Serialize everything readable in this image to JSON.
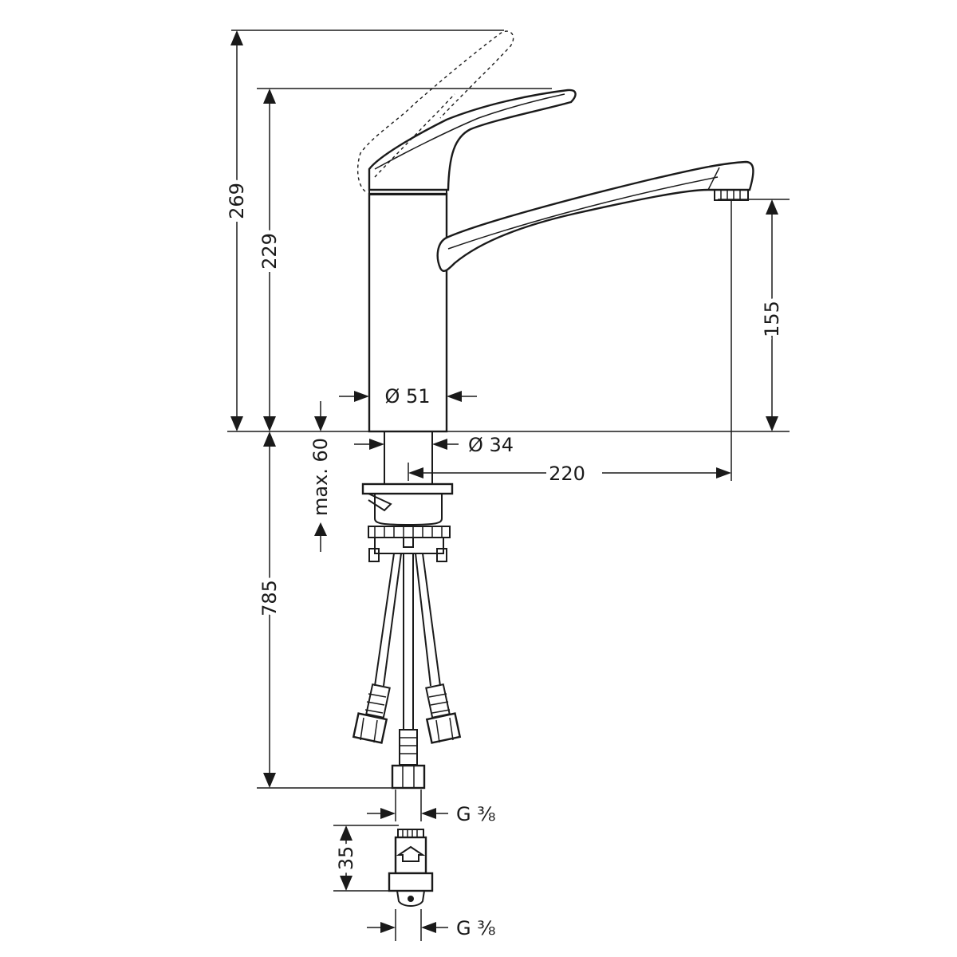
{
  "dimensions": {
    "height_lever_open": "269",
    "height_lever": "229",
    "spout_clearance": "155",
    "body_diameter": "Ø 51",
    "shank_diameter": "Ø 34",
    "spout_reach": "220",
    "max_deck_thickness": "max. 60",
    "hose_length": "785",
    "connection_top": "G ⅜",
    "valve_height": "35",
    "connection_bottom": "G ⅜"
  }
}
